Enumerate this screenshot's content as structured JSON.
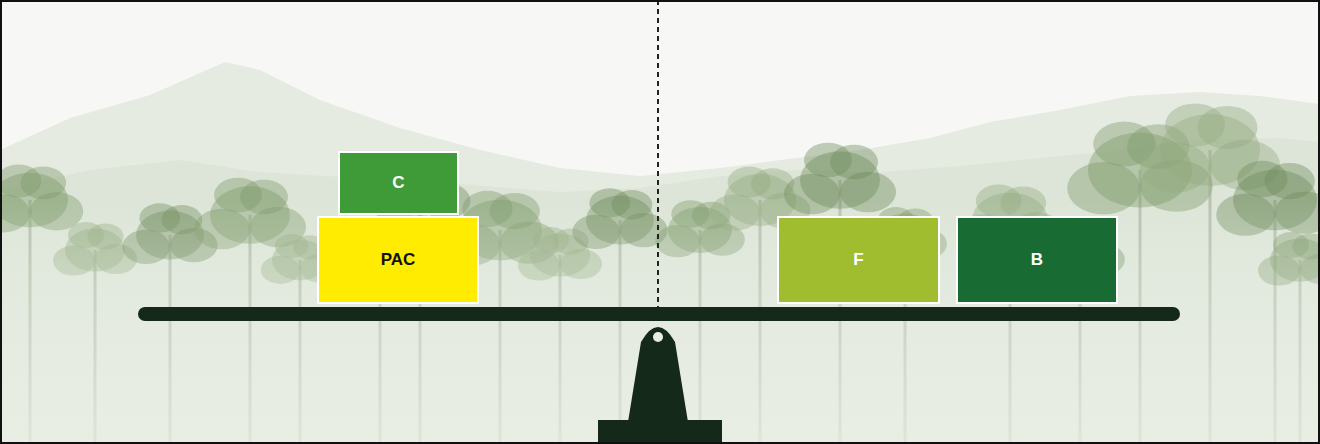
{
  "diagram": {
    "nodes": [
      {
        "text": [
          "C"
        ]
      },
      {
        "text": [
          "PAC"
        ]
      },
      {
        "text": [
          "F"
        ]
      },
      {
        "text": [
          "B"
        ]
      }
    ]
  }
}
